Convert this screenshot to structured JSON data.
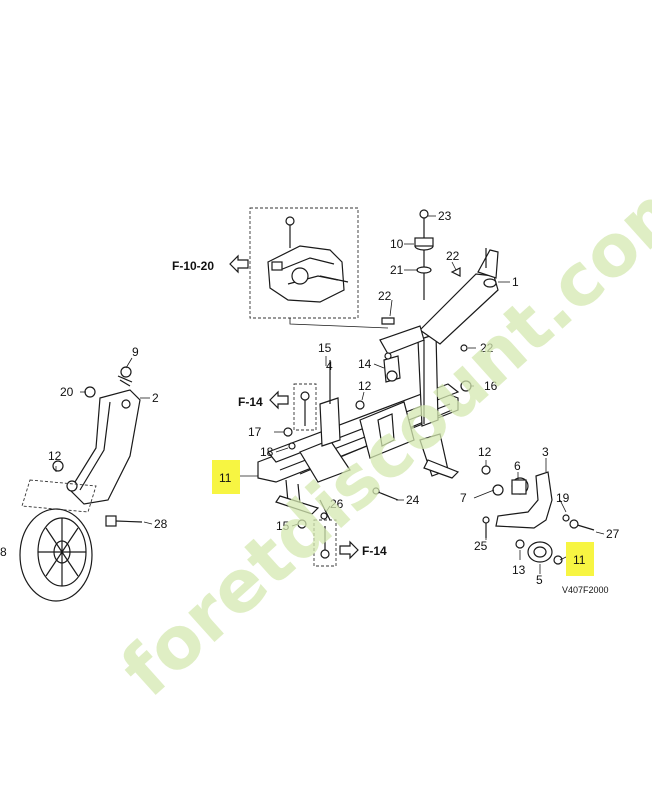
{
  "diagram": {
    "code": "V407F2000",
    "watermark": "foretdiscount.com",
    "highlight_color": "#f7f542",
    "watermark_color": "#d4e8b0",
    "callouts": [
      {
        "id": "c1",
        "label": "1"
      },
      {
        "id": "c2",
        "label": "2"
      },
      {
        "id": "c3",
        "label": "3"
      },
      {
        "id": "c4",
        "label": "4"
      },
      {
        "id": "c5",
        "label": "5"
      },
      {
        "id": "c6",
        "label": "6"
      },
      {
        "id": "c7",
        "label": "7"
      },
      {
        "id": "c8",
        "label": "8"
      },
      {
        "id": "c9",
        "label": "9"
      },
      {
        "id": "c10",
        "label": "10"
      },
      {
        "id": "c11a",
        "label": "11"
      },
      {
        "id": "c11b",
        "label": "11"
      },
      {
        "id": "c12a",
        "label": "12"
      },
      {
        "id": "c12b",
        "label": "12"
      },
      {
        "id": "c12c",
        "label": "12"
      },
      {
        "id": "c13",
        "label": "13"
      },
      {
        "id": "c14",
        "label": "14"
      },
      {
        "id": "c15a",
        "label": "15"
      },
      {
        "id": "c15b",
        "label": "15"
      },
      {
        "id": "c16",
        "label": "16"
      },
      {
        "id": "c17",
        "label": "17"
      },
      {
        "id": "c18",
        "label": "18"
      },
      {
        "id": "c19",
        "label": "19"
      },
      {
        "id": "c20",
        "label": "20"
      },
      {
        "id": "c21",
        "label": "21"
      },
      {
        "id": "c22a",
        "label": "22"
      },
      {
        "id": "c22b",
        "label": "22"
      },
      {
        "id": "c22c",
        "label": "22"
      },
      {
        "id": "c23",
        "label": "23"
      },
      {
        "id": "c24",
        "label": "24"
      },
      {
        "id": "c25",
        "label": "25"
      },
      {
        "id": "c26",
        "label": "26"
      },
      {
        "id": "c27",
        "label": "27"
      },
      {
        "id": "c28",
        "label": "28"
      }
    ],
    "refs": [
      {
        "id": "r1",
        "label": "F-10-20"
      },
      {
        "id": "r2",
        "label": "F-14"
      },
      {
        "id": "r3",
        "label": "F-14"
      }
    ]
  }
}
